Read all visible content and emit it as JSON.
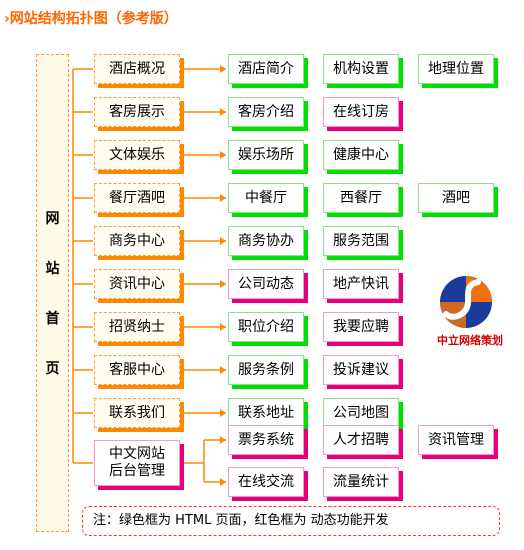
{
  "title": "›网站结构拓扑图（参考版）",
  "root": {
    "label": [
      "网",
      "站",
      "首",
      "页"
    ]
  },
  "legend_note": "注：绿色框为 HTML 页面，红色框为 动态功能开发",
  "brand": {
    "name": "中立网络策划",
    "colors": {
      "blue": "#1a3b9c",
      "orange": "#f07010",
      "red": "#d10000"
    }
  },
  "colors": {
    "line": "#ff8800",
    "page_box": "#00e000",
    "dynamic_box": "#e5007f",
    "category_shadow": "#ff8800"
  },
  "rows": [
    {
      "category": "酒店概况",
      "children": [
        {
          "label": "酒店简介",
          "kind": "page"
        },
        {
          "label": "机构设置",
          "kind": "page"
        },
        {
          "label": "地理位置",
          "kind": "page"
        }
      ]
    },
    {
      "category": "客房展示",
      "children": [
        {
          "label": "客房介绍",
          "kind": "page"
        },
        {
          "label": "在线订房",
          "kind": "dynamic"
        }
      ]
    },
    {
      "category": "文体娱乐",
      "children": [
        {
          "label": "娱乐场所",
          "kind": "page"
        },
        {
          "label": "健康中心",
          "kind": "page"
        }
      ]
    },
    {
      "category": "餐厅酒吧",
      "children": [
        {
          "label": "中餐厅",
          "kind": "page"
        },
        {
          "label": "西餐厅",
          "kind": "page"
        },
        {
          "label": "酒吧",
          "kind": "page"
        }
      ]
    },
    {
      "category": "商务中心",
      "children": [
        {
          "label": "商务协办",
          "kind": "page"
        },
        {
          "label": "服务范围",
          "kind": "page"
        }
      ]
    },
    {
      "category": "资讯中心",
      "children": [
        {
          "label": "公司动态",
          "kind": "dynamic"
        },
        {
          "label": "地产快讯",
          "kind": "dynamic"
        }
      ]
    },
    {
      "category": "招贤纳士",
      "children": [
        {
          "label": "职位介绍",
          "kind": "page"
        },
        {
          "label": "我要应聘",
          "kind": "dynamic"
        }
      ]
    },
    {
      "category": "客服中心",
      "children": [
        {
          "label": "服务条例",
          "kind": "page"
        },
        {
          "label": "投诉建议",
          "kind": "dynamic"
        }
      ]
    },
    {
      "category": "联系我们",
      "children": [
        {
          "label": "联系地址",
          "kind": "page"
        },
        {
          "label": "公司地图",
          "kind": "page"
        }
      ]
    }
  ],
  "admin": {
    "category": "中文网站\n后台管理",
    "children_top": [
      {
        "label": "票务系统",
        "kind": "dynamic"
      },
      {
        "label": "人才招聘",
        "kind": "dynamic"
      },
      {
        "label": "资讯管理",
        "kind": "dynamic"
      }
    ],
    "children_bottom": [
      {
        "label": "在线交流",
        "kind": "dynamic"
      },
      {
        "label": "流量统计",
        "kind": "dynamic"
      }
    ]
  }
}
